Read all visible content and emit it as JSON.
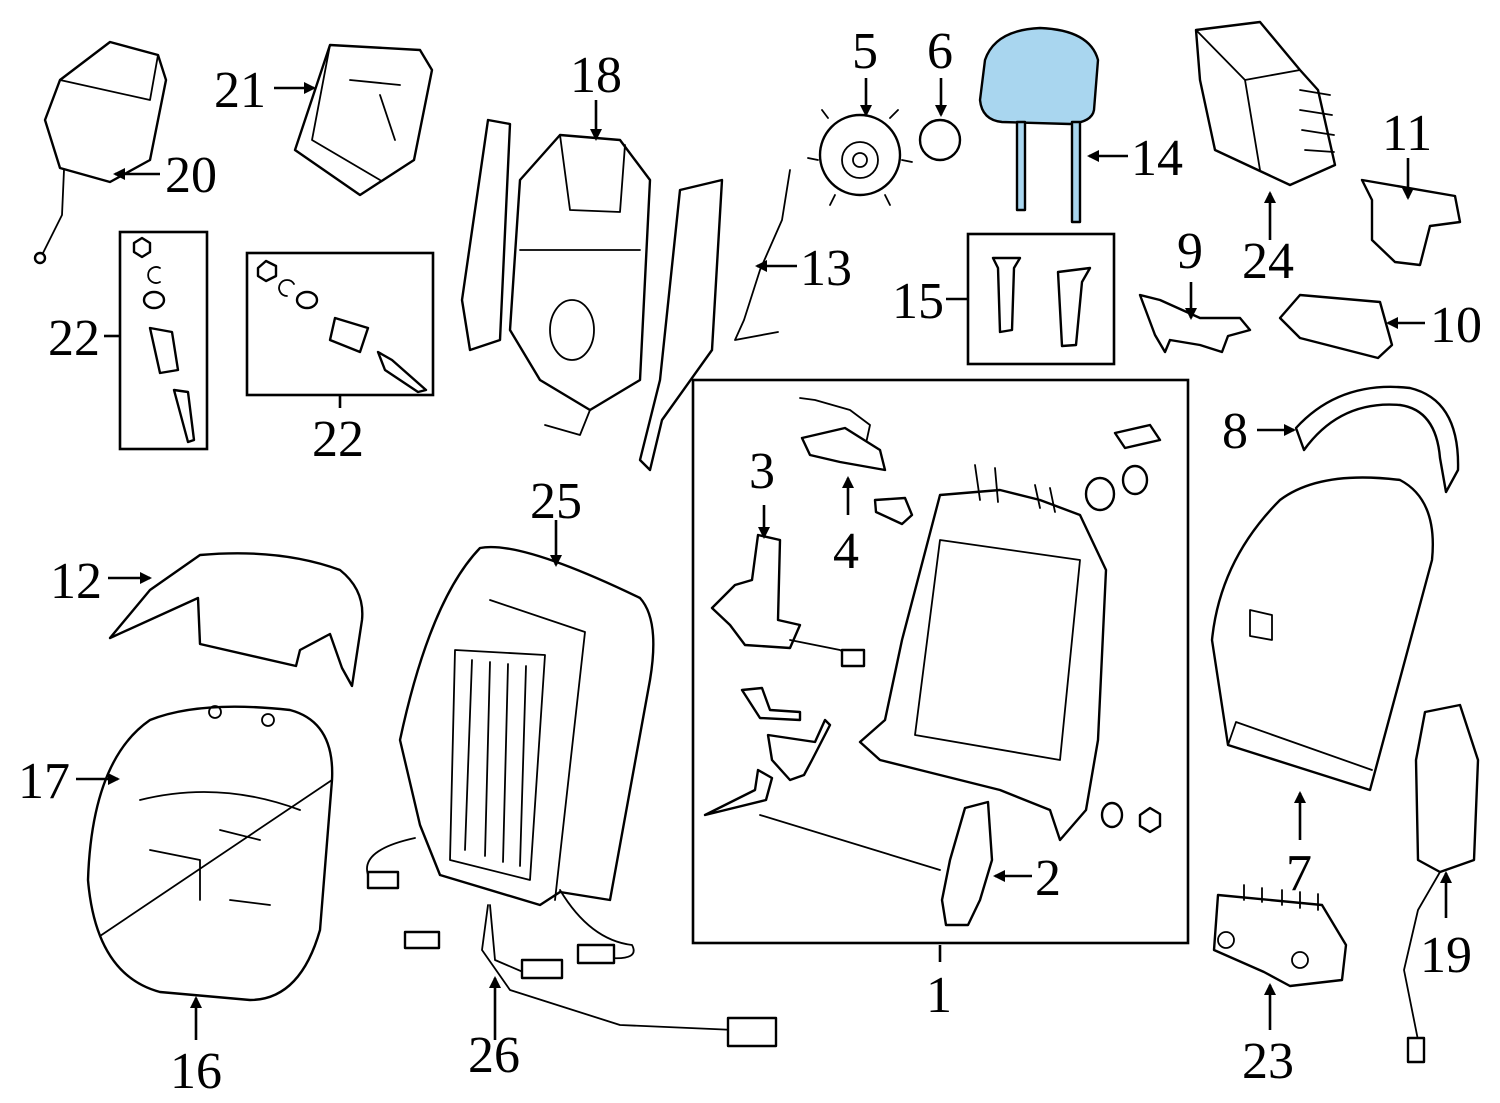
{
  "diagram": {
    "highlight_color": "#a9d6ef",
    "highlighted_part": "14",
    "callouts": [
      "1",
      "2",
      "3",
      "4",
      "5",
      "6",
      "7",
      "8",
      "9",
      "10",
      "11",
      "12",
      "13",
      "14",
      "15",
      "16",
      "17",
      "18",
      "19",
      "20",
      "21",
      "22",
      "22",
      "23",
      "24",
      "25",
      "26"
    ]
  }
}
